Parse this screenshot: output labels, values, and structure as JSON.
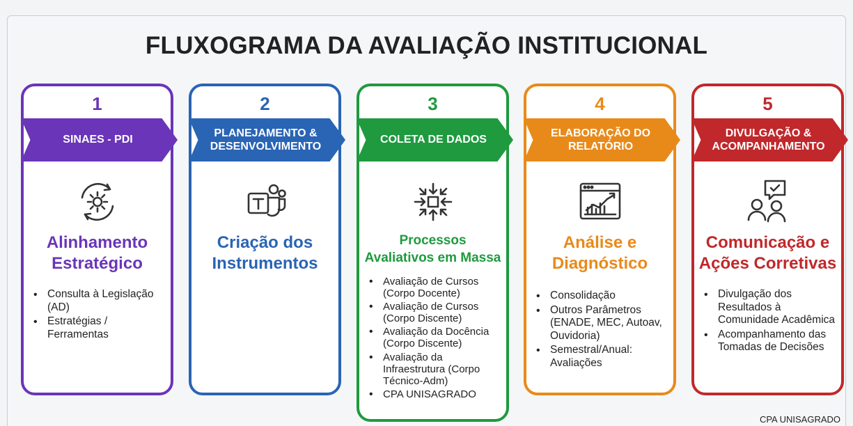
{
  "title": "FLUXOGRAMA DA AVALIAÇÃO INSTITUCIONAL",
  "steps": [
    {
      "number": "1",
      "banner": "SINAES - PDI",
      "icon": "gear-cycle-icon",
      "heading": "Alinhamento Estratégico",
      "color": "#6a35b8",
      "bullets": [
        "Consulta à Legislação (AD)",
        "Estratégias / Ferramentas"
      ]
    },
    {
      "number": "2",
      "banner": "PLANEJAMENTO & DESENVOLVIMENTO",
      "icon": "teams-icon",
      "heading": "Criação dos Instrumentos",
      "color": "#2a64b4",
      "bullets": []
    },
    {
      "number": "3",
      "banner": "COLETA DE DADOS",
      "icon": "collect-arrows-icon",
      "heading": "Processos Avaliativos em Massa",
      "color": "#1f9a3f",
      "bullets": [
        "Avaliação de Cursos (Corpo Docente)",
        "Avaliação de Cursos (Corpo Discente)",
        "Avaliação da Docência (Corpo Discente)",
        "Avaliação da Infraestrutura (Corpo Técnico-Adm)",
        "CPA UNISAGRADO"
      ]
    },
    {
      "number": "4",
      "banner": "ELABORAÇÃO DO RELATÓRIO",
      "icon": "analytics-chart-icon",
      "heading": "Análise e Diagnóstico",
      "color": "#e88a1a",
      "bullets": [
        "Consolidação",
        "Outros Parâmetros (ENADE, MEC, Autoav, Ouvidoria)",
        "Semestral/Anual: Avaliações"
      ]
    },
    {
      "number": "5",
      "banner": "DIVULGAÇÃO & ACOMPANHAMENTO",
      "icon": "communication-people-icon",
      "heading": "Comunicação e Ações Corretivas",
      "color": "#c0282b",
      "bullets": [
        "Divulgação dos Resultados à Comunidade Acadêmica",
        "Acompanhamento das Tomadas de Decisões"
      ]
    }
  ],
  "footer": "CPA UNISAGRADO"
}
